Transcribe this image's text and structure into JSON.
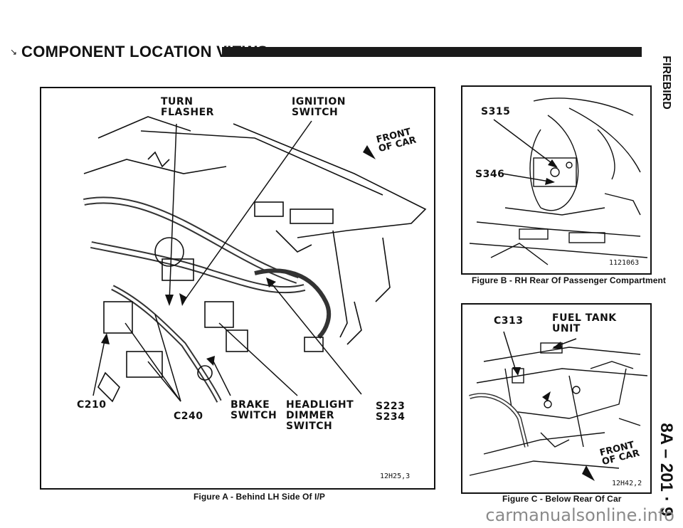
{
  "header": {
    "title": "COMPONENT LOCATION VIEWS",
    "side_label": "FIREBIRD",
    "page_number": "8A – 201 · 9"
  },
  "figure_a": {
    "caption": "Figure A - Behind LH Side Of I/P",
    "code": "12H25,3",
    "front_marker": "FRONT\nOF CAR",
    "labels": {
      "turn_flasher": "TURN\nFLASHER",
      "ignition_switch": "IGNITION\nSWITCH",
      "c210": "C210",
      "c240": "C240",
      "brake_switch": "BRAKE\nSWITCH",
      "headlight_dimmer": "HEADLIGHT\nDIMMER\nSWITCH",
      "s223_s234": "S223\nS234"
    }
  },
  "figure_b": {
    "caption": "Figure B - RH Rear Of Passenger Compartment",
    "code": "1121063",
    "labels": {
      "s315": "S315",
      "s346": "S346"
    }
  },
  "figure_c": {
    "caption": "Figure C - Below Rear Of Car",
    "code": "12H42,2",
    "front_marker": "FRONT\nOF CAR",
    "labels": {
      "c313": "C313",
      "fuel_tank": "FUEL TANK\nUNIT"
    }
  },
  "watermark": "carmanualsonline.info"
}
